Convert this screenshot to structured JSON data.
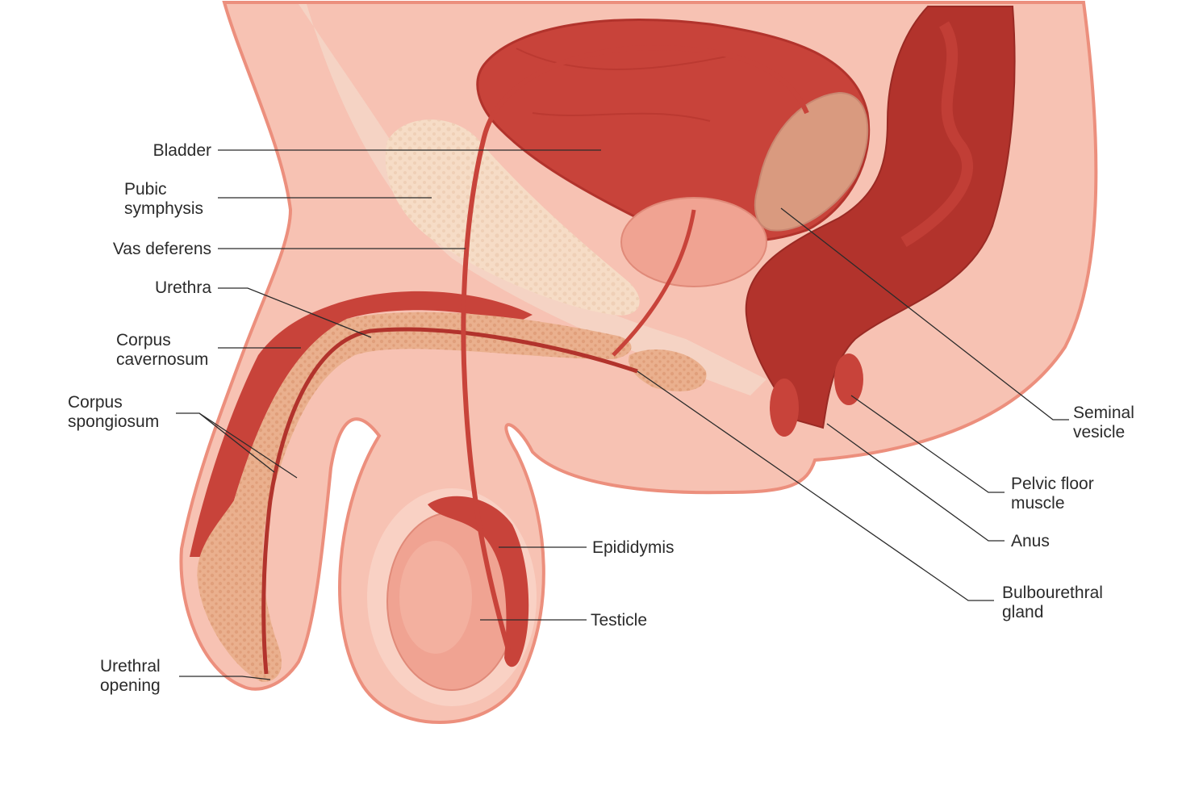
{
  "diagram": {
    "colors": {
      "background": "#ffffff",
      "skin": "#f7c2b3",
      "skin_outline": "#ec8f7d",
      "muscle_dark": "#b2332c",
      "muscle": "#c8433a",
      "bone": "#f6dcc6",
      "spongy": "#eab08e",
      "gland": "#d99a7f",
      "testicle": "#f0a392",
      "label_text": "#2b2b2b"
    },
    "labels": {
      "bladder": [
        "Bladder"
      ],
      "pubic_symphysis": [
        "Pubic",
        "symphysis"
      ],
      "vas_deferens": [
        "Vas deferens"
      ],
      "urethra": [
        "Urethra"
      ],
      "corpus_cavernosum": [
        "Corpus",
        "cavernosum"
      ],
      "corpus_spongiosum": [
        "Corpus",
        "spongiosum"
      ],
      "urethral_opening": [
        "Urethral",
        "opening"
      ],
      "epididymis": [
        "Epididymis"
      ],
      "testicle": [
        "Testicle"
      ],
      "seminal_vesicle": [
        "Seminal",
        "vesicle"
      ],
      "pelvic_floor_muscle": [
        "Pelvic floor",
        "muscle"
      ],
      "anus": [
        "Anus"
      ],
      "bulbourethral_gland": [
        "Bulbourethral",
        "gland"
      ]
    }
  }
}
